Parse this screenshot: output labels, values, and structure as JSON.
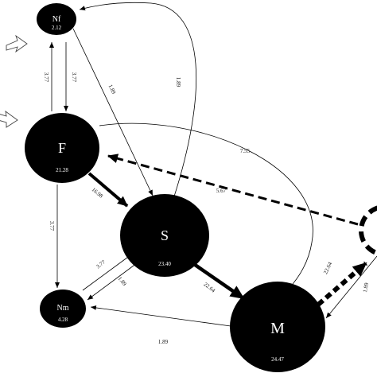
{
  "nodes": {
    "nf": {
      "name": "Nf",
      "value": "2.12"
    },
    "f": {
      "name": "F",
      "value": "21.28"
    },
    "s": {
      "name": "S",
      "value": "23.40"
    },
    "nm": {
      "name": "Nm",
      "value": "4.28"
    },
    "m": {
      "name": "M",
      "value": "24.47"
    }
  },
  "edges": {
    "f_to_nf": "3.77",
    "nf_to_f": "3.77",
    "nf_to_s": "1.89",
    "s_to_nf": "1.89",
    "f_to_m": "7.55",
    "ext_to_f": "5.67",
    "f_to_s": "16.98",
    "f_to_nm": "3.77",
    "nm_to_s": "3.77",
    "s_to_nm": "1.89",
    "s_to_m": "22.64",
    "m_to_nm": "1.89",
    "m_to_ext": "22.64",
    "ext_to_m": "1.89"
  },
  "colors": {
    "node_fill": "#000000",
    "arrow": "#000000",
    "background": "#ffffff"
  }
}
